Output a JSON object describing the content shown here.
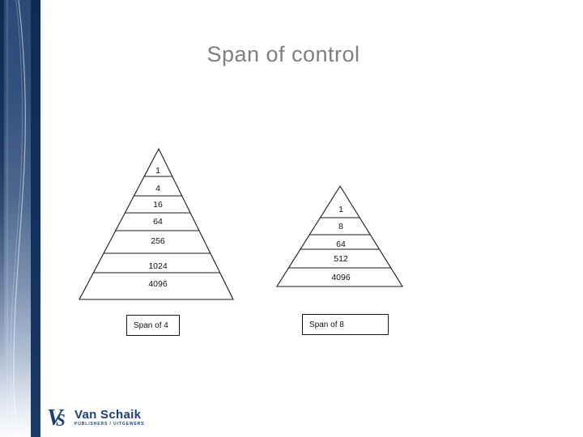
{
  "slide": {
    "title": "Span of control",
    "title_color": "#7f7f7f",
    "background": "#ffffff"
  },
  "chart_data": [
    {
      "type": "pyramid",
      "caption": "Span of 4",
      "span": 4,
      "levels": [
        "1",
        "4",
        "16",
        "64",
        "256",
        "1024",
        "4096"
      ]
    },
    {
      "type": "pyramid",
      "caption": "Span of 8",
      "span": 8,
      "levels": [
        "1",
        "8",
        "64",
        "512",
        "4096"
      ]
    }
  ],
  "logo": {
    "monogram_v": "V",
    "monogram_s": "S",
    "name": "Van Schaik",
    "tagline": "PUBLISHERS / UITGEWERS",
    "color": "#1e3f70"
  },
  "colors": {
    "pyramid_stroke": "#1a1a1a",
    "pyramid_text": "#111111"
  }
}
